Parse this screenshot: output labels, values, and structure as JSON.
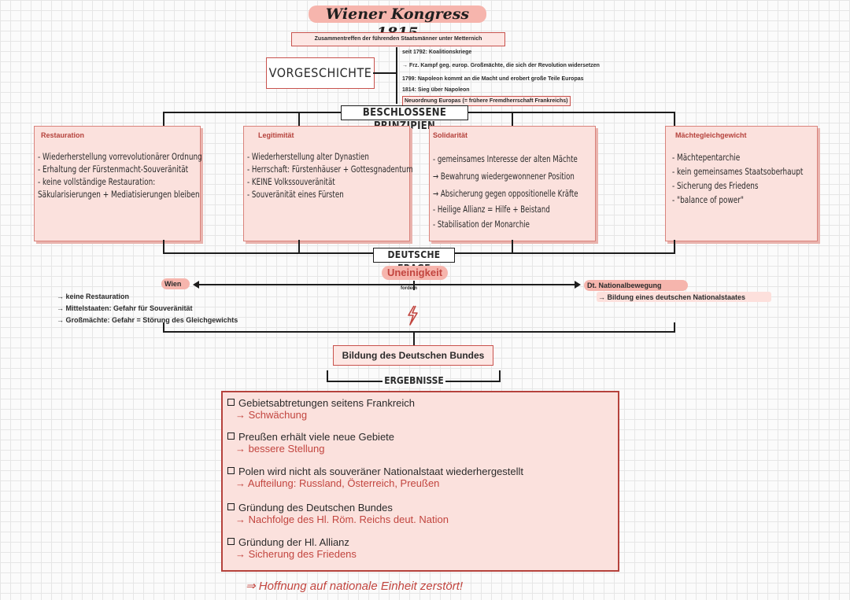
{
  "title": "Wiener Kongress 1815",
  "subtitle": "Zusammentreffen der führenden Staatsmänner unter Metternich",
  "vorgeschichte": {
    "label": "VORGESCHICHTE",
    "items": [
      "seit 1792: Koalitionskriege",
      "→ Frz. Kampf geg. europ. Großmächte, die sich der Revolution widersetzen",
      "1799: Napoleon kommt an die Macht und erobert große Teile Europas",
      "1814: Sieg über Napoleon",
      "Neuordnung Europas (= frühere Fremdherrschaft Frankreichs)"
    ]
  },
  "prinzipien": {
    "heading": "BESCHLOSSENE PRINZIPIEN",
    "cards": [
      {
        "title": "Restauration",
        "items": [
          "- Wiederherstellung vorrevolutionärer Ordnung",
          "- Erhaltung der Fürstenmacht-Souveränität",
          "- keine vollständige Restauration:",
          "Säkularisierungen + Mediatisierungen bleiben"
        ]
      },
      {
        "title": "Legitimität",
        "items": [
          "- Wiederherstellung alter Dynastien",
          "- Herrschaft: Fürstenhäuser + Gottesgnadentum",
          "- KEINE Volkssouveränität",
          "- Souveränität eines Fürsten"
        ]
      },
      {
        "title": "Solidarität",
        "items": [
          "- gemeinsames Interesse der alten Mächte",
          "→ Bewahrung wiedergewonnener Position",
          "→ Absicherung gegen oppositionelle Kräfte",
          "- Heilige Allianz = Hilfe + Beistand",
          "- Stabilisation der Monarchie"
        ]
      },
      {
        "title": "Mächtegleichgewicht",
        "items": [
          "- Mächtepentarchie",
          "- kein gemeinsames Staatsoberhaupt",
          "- Sicherung des Friedens",
          "- \"balance of power\""
        ]
      }
    ]
  },
  "deutsche_frage": {
    "heading": "DEUTSCHE FRAGE",
    "uneinigkeit": "Uneinigkeit",
    "fordern": "fordern",
    "wien": {
      "label": "Wien",
      "items": [
        "→ keine Restauration",
        "→ Mittelstaaten: Gefahr für Souveränität",
        "→ Großmächte: Gefahr = Störung des Gleichgewichts"
      ]
    },
    "national": {
      "label": "Dt. Nationalbewegung",
      "items": [
        "→ Bildung eines deutschen Nationalstaates"
      ]
    },
    "conflict_icon": "lightning-icon"
  },
  "bund": "Bildung des Deutschen Bundes",
  "ergebnisse": {
    "heading": "ERGEBNISSE",
    "items": [
      {
        "text": "Gebietsabtretungen seitens Frankreich",
        "sub": "→ Schwächung"
      },
      {
        "text": "Preußen erhält viele neue Gebiete",
        "sub": "→ bessere Stellung"
      },
      {
        "text": "Polen wird nicht als souveräner Nationalstaat wiederhergestellt",
        "sub": "→ Aufteilung: Russland, Österreich, Preußen"
      },
      {
        "text": "Gründung des Deutschen Bundes",
        "sub": "→ Nachfolge des Hl. Röm. Reichs deut. Nation"
      },
      {
        "text": "Gründung der Hl. Allianz",
        "sub": "→ Sicherung des Friedens"
      }
    ]
  },
  "conclusion": "⇒ Hoffnung auf nationale Einheit zerstört!"
}
